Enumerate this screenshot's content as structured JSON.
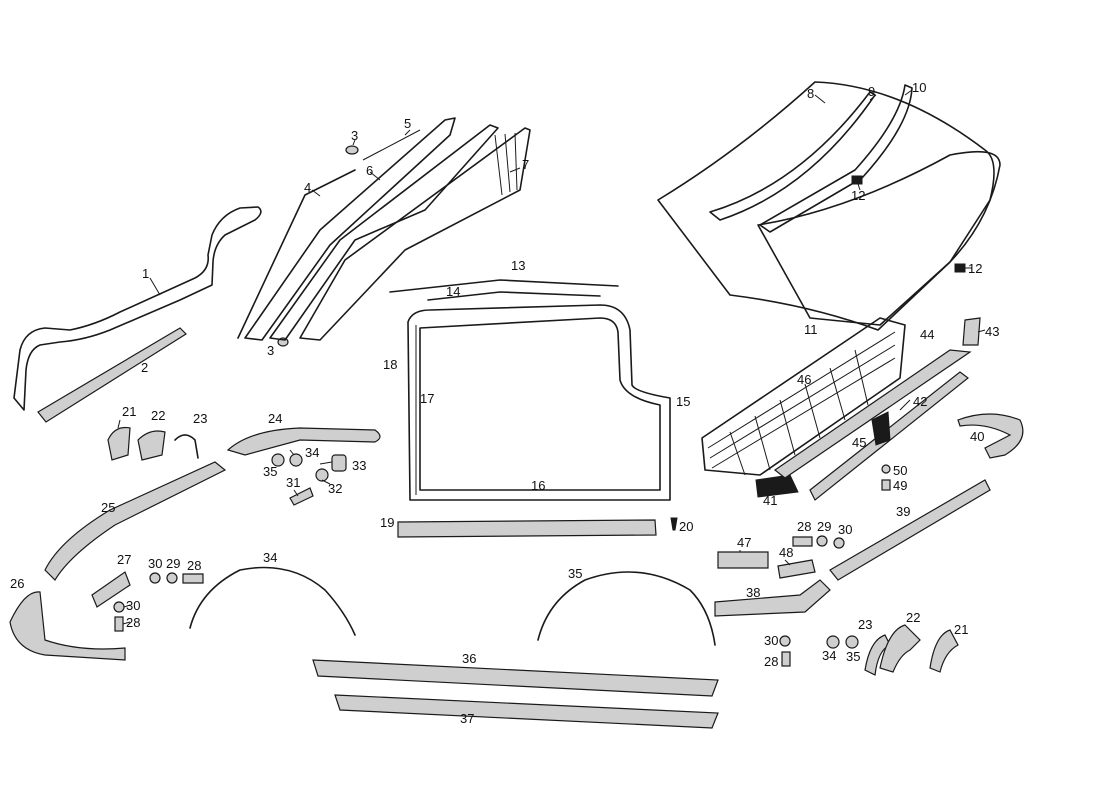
{
  "callouts": [
    "1",
    "2",
    "3",
    "3",
    "4",
    "5",
    "6",
    "7",
    "8",
    "9",
    "10",
    "11",
    "12",
    "12",
    "13",
    "14",
    "15",
    "16",
    "17",
    "18",
    "19",
    "20",
    "21",
    "22",
    "23",
    "24",
    "25",
    "26",
    "27",
    "28",
    "29",
    "30",
    "30",
    "28",
    "31",
    "32",
    "33",
    "34",
    "35",
    "34",
    "35",
    "36",
    "37",
    "38",
    "39",
    "40",
    "41",
    "42",
    "43",
    "44",
    "45",
    "46",
    "47",
    "48",
    "28",
    "29",
    "30",
    "49",
    "50",
    "30",
    "28",
    "34",
    "35",
    "23",
    "22",
    "21"
  ],
  "colors": {
    "line": "#1a1a1a",
    "background": "#ffffff"
  }
}
